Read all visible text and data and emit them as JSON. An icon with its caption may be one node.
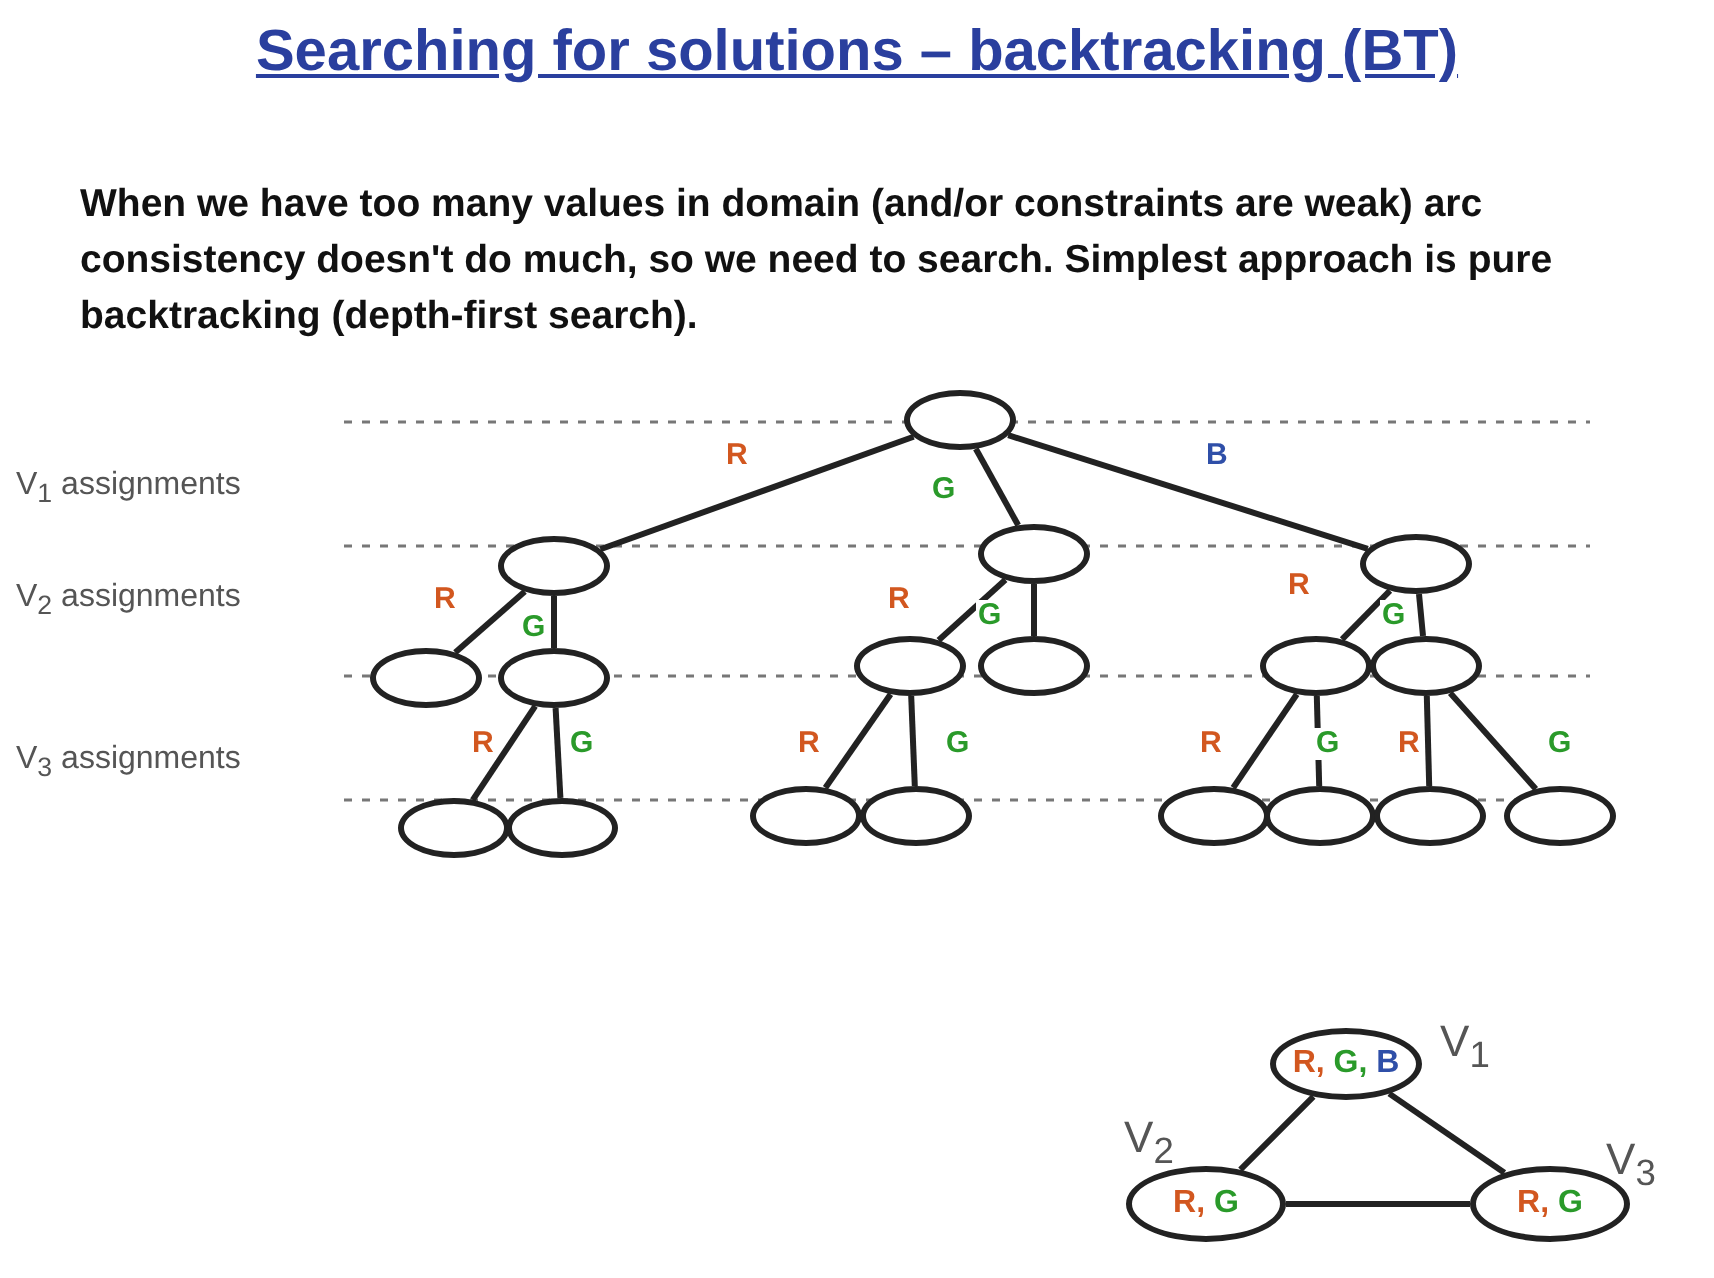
{
  "diagram": {
    "title": "Searching for solutions – backtracking (BT)",
    "nodes": [
      {
        "text": [],
        "shape": "circle"
      },
      {
        "text": [],
        "shape": "circle"
      },
      {
        "text": [],
        "shape": "circle"
      },
      {
        "text": [],
        "shape": "circle"
      },
      {
        "text": [],
        "shape": "circle"
      },
      {
        "text": [],
        "shape": "circle"
      },
      {
        "text": [],
        "shape": "circle"
      },
      {
        "text": [],
        "shape": "circle"
      },
      {
        "text": [],
        "shape": "circle"
      },
      {
        "text": [],
        "shape": "circle"
      },
      {
        "text": [],
        "shape": "circle"
      },
      {
        "text": [],
        "shape": "circle"
      },
      {
        "text": [],
        "shape": "circle"
      },
      {
        "text": [],
        "shape": "circle"
      },
      {
        "text": [],
        "shape": "circle"
      },
      {
        "text": [],
        "shape": "circle"
      },
      {
        "text": [],
        "shape": "circle"
      },
      {
        "text": [],
        "shape": "circle"
      },
      {
        "text": [
          "R, G, B"
        ],
        "beside": [
          "V$_{1}$"
        ]
      },
      {
        "text": [
          "R, G"
        ],
        "beside": [
          "V$_{2}$"
        ]
      },
      {
        "text": [
          "R, G"
        ],
        "beside": [
          "V$_{3}$"
        ]
      }
    ],
    "edges": [
      {
        "from": 0,
        "to": 1,
        "arrow": "none",
        "label": "R"
      },
      {
        "from": 0,
        "to": 2,
        "arrow": "none",
        "label": "G"
      },
      {
        "from": 0,
        "to": 3,
        "arrow": "none",
        "label": "B"
      },
      {
        "from": 1,
        "to": 4,
        "arrow": "none",
        "label": "R"
      },
      {
        "from": 1,
        "to": 5,
        "arrow": "none",
        "label": "G"
      },
      {
        "from": 2,
        "to": 6,
        "arrow": "none",
        "label": "R"
      },
      {
        "from": 2,
        "to": 7,
        "arrow": "none",
        "label": "G"
      },
      {
        "from": 3,
        "to": 8,
        "arrow": "none",
        "label": "R"
      },
      {
        "from": 3,
        "to": 9,
        "arrow": "none",
        "label": "G"
      },
      {
        "from": 5,
        "to": 10,
        "arrow": "none",
        "label": "R"
      },
      {
        "from": 5,
        "to": 11,
        "arrow": "none",
        "label": "G"
      },
      {
        "from": 6,
        "to": 12,
        "arrow": "none",
        "label": "R"
      },
      {
        "from": 6,
        "to": 13,
        "arrow": "none",
        "label": "G"
      },
      {
        "from": 8,
        "to": 14,
        "arrow": "none",
        "label": "R"
      },
      {
        "from": 8,
        "to": 15,
        "arrow": "none",
        "label": "G"
      },
      {
        "from": 9,
        "to": 16,
        "arrow": "none",
        "label": "R"
      },
      {
        "from": 9,
        "to": 17,
        "arrow": "none",
        "label": "G"
      },
      {
        "from": 18,
        "to": 19,
        "arrow": "none"
      },
      {
        "from": 18,
        "to": 20,
        "arrow": "none"
      },
      {
        "from": 19,
        "to": 20,
        "arrow": "none"
      }
    ],
    "labels": [
      "When we have too many values in domain (and/or constraints are weak) arc consistency doesn't do much, so we need to search. Simplest approach is pure backtracking (depth-first search).",
      "V$_{1}$ assignments",
      "V$_{2}$ assignments",
      "V$_{3}$ assignments"
    ]
  }
}
